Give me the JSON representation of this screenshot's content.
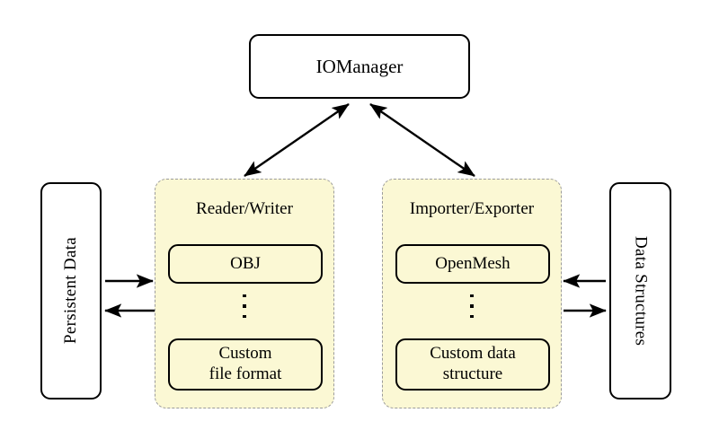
{
  "diagram": {
    "title_node": {
      "label": "IOManager"
    },
    "left_side_box": {
      "label": "Persistent Data",
      "orientation": "vertical-bottom-to-top"
    },
    "right_side_box": {
      "label": "Data Structures",
      "orientation": "vertical-top-to-bottom"
    },
    "groups": [
      {
        "title": "Reader/Writer",
        "top_item": "OBJ",
        "ellipsis": "⋮",
        "bottom_item_line1": "Custom",
        "bottom_item_line2": "file format"
      },
      {
        "title": "Importer/Exporter",
        "top_item": "OpenMesh",
        "ellipsis": "⋮",
        "bottom_item_line1": "Custom data",
        "bottom_item_line2": "structure"
      }
    ],
    "connections": [
      {
        "name": "iomanager-to-reader-writer",
        "style": "double-headed",
        "direction": "diagonal-left"
      },
      {
        "name": "iomanager-to-importer-exporter",
        "style": "double-headed",
        "direction": "diagonal-right"
      },
      {
        "name": "persistent-data-to-reader-writer",
        "style": "single-headed",
        "direction": "right"
      },
      {
        "name": "reader-writer-to-persistent-data",
        "style": "single-headed",
        "direction": "left"
      },
      {
        "name": "data-structures-to-importer-exporter",
        "style": "single-headed",
        "direction": "left"
      },
      {
        "name": "importer-exporter-to-data-structures",
        "style": "single-headed",
        "direction": "right"
      }
    ],
    "colors": {
      "group_fill": "#fbf8d4",
      "group_border": "#9b9b9b",
      "node_border": "#000000",
      "background": "#ffffff",
      "arrow": "#000000"
    }
  }
}
